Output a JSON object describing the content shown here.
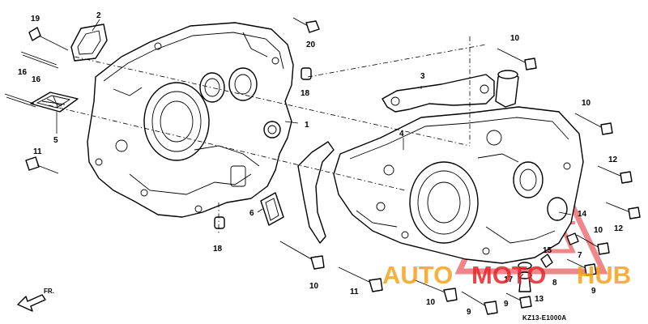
{
  "diagram": {
    "callouts": [
      "1",
      "2",
      "3",
      "4",
      "5",
      "6",
      "7",
      "8",
      "9",
      "10",
      "11",
      "12",
      "13",
      "14",
      "15",
      "16",
      "17",
      "18",
      "19",
      "20"
    ],
    "diagram_code": "KZ13-E1000A",
    "direction_label": "FR."
  },
  "watermark": {
    "part1": "AUTO",
    "part2": "MOTO",
    "part3": "HUB",
    "colors": {
      "red": "#e5252a",
      "orange": "#f5a21b"
    }
  }
}
